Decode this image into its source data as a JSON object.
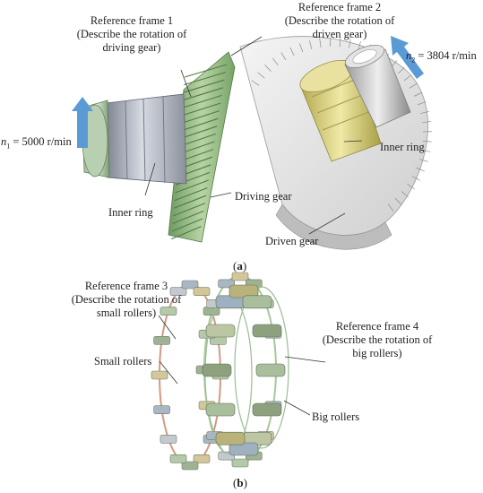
{
  "panel_a": {
    "label": "a",
    "ref_frame_1": [
      "Reference frame 1",
      "(Describe the rotation of",
      "driving gear)"
    ],
    "ref_frame_2": [
      "Reference frame 2",
      "(Describe the rotation of",
      "driven gear)"
    ],
    "n1": {
      "symbol": "n",
      "subscript": "1",
      "value": " = 5000 r/min"
    },
    "n2": {
      "symbol": "n",
      "subscript": "2",
      "value": " = 3804 r/min"
    },
    "inner_ring_left": "Inner ring",
    "inner_ring_right": "Inner ring",
    "driving_gear": "Driving gear",
    "driven_gear": "Driven gear"
  },
  "panel_b": {
    "label": "b",
    "ref_frame_3": [
      "Reference frame 3",
      "(Describe the rotation of",
      "small rollers)"
    ],
    "ref_frame_4": [
      "Reference frame 4",
      "(Describe the rotation of",
      "big rollers)"
    ],
    "small_rollers": "Small rollers",
    "big_rollers": "Big rollers"
  },
  "colors": {
    "arrow": "#5b9bd5",
    "driving_gear": "#8fb57a",
    "driven_gear": "#d9d9d9",
    "inner_ring_left": "#9aa1ae",
    "inner_ring_right": "#d8cf7e"
  }
}
